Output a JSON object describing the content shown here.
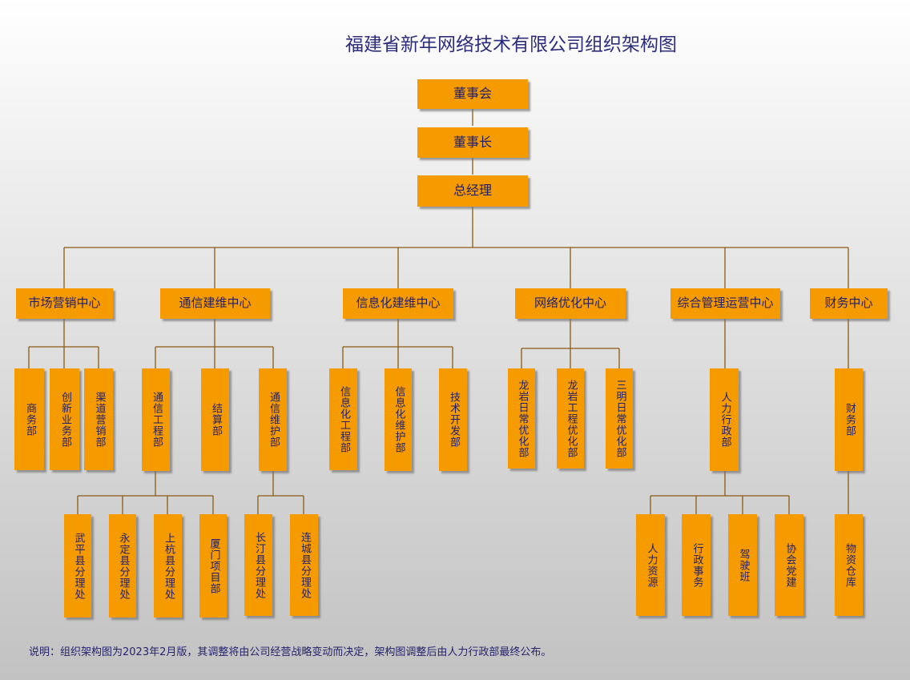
{
  "title": "福建省新年网络技术有限公司组织架构图",
  "top": [
    "董事会",
    "董事长",
    "总经理"
  ],
  "centers": [
    "市场营销中心",
    "通信建维中心",
    "信息化建维中心",
    "网络优化中心",
    "综合管理运营中心",
    "财务中心"
  ],
  "departments": [
    "商务部",
    "创新业务部",
    "渠道营销部",
    "通信工程部",
    "结算部",
    "通信维护部",
    "信息化工程部",
    "信息化维护部",
    "技术开发部",
    "龙岩日常优化部",
    "龙岩工程优化部",
    "三明日常优化部",
    "人力行政部",
    "财务部"
  ],
  "units": [
    "武平县分理处",
    "永定县分理处",
    "上杭县分理处",
    "厦门项目部",
    "长汀县分理处",
    "连城县分理处",
    "人力资源",
    "行政事务",
    "驾驶班",
    "协会党建",
    "物资仓库"
  ],
  "note": "说明：组织架构图为2023年2月版，其调整将由公司经营战略变动而决定，架构图调整后由人力行政部最终公布。"
}
